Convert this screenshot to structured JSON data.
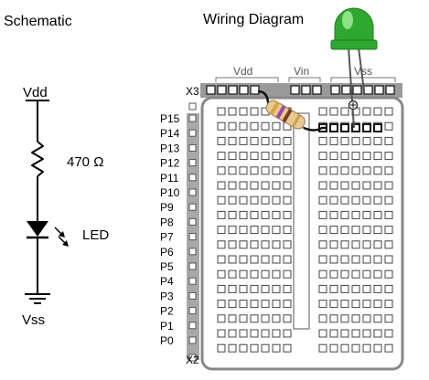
{
  "schematic": {
    "title": "Schematic",
    "vdd": "Vdd",
    "resistor": "470 Ω",
    "led": "LED",
    "vss": "Vss"
  },
  "wiring": {
    "title": "Wiring Diagram",
    "header": {
      "x3": "X3",
      "x2": "X2",
      "vdd": "Vdd",
      "vin": "Vin",
      "vss": "Vss"
    },
    "pins": [
      "P15",
      "P14",
      "P13",
      "P12",
      "P11",
      "P10",
      "P9",
      "P8",
      "P7",
      "P6",
      "P5",
      "P4",
      "P3",
      "P2",
      "P1",
      "P0"
    ]
  },
  "colors": {
    "led_body": "#2fa82f",
    "led_highlight": "#a6eea0",
    "resistor_body": "#e8c994",
    "header_gray": "#9a9a9a",
    "board_gray": "#a8a8a8"
  }
}
